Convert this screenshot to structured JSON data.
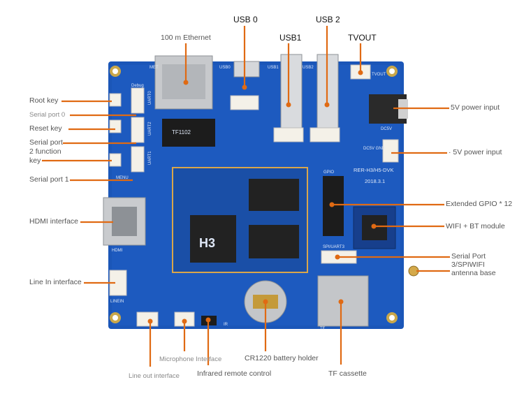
{
  "colors": {
    "board": "#1b56b8",
    "leader": "#e06a13",
    "silk": "#dfe8f7"
  },
  "labels": {
    "usb0": "USB 0",
    "usb1": "USB1",
    "usb2": "USB 2",
    "tvout": "TVOUT",
    "ethernet": "100 m Ethernet",
    "root_key": "Root key",
    "serial_port_0": "Serial port 0",
    "reset_key": "Reset key",
    "serial_port_2_line1": "Serial port",
    "serial_port_2_line2": "2 function",
    "serial_port_2_line3": "key",
    "serial_port_1": "Serial port 1",
    "hdmi": "HDMI interface",
    "line_in": "Line In interface",
    "power_1": "5V power input",
    "power_2": "· 5V power input",
    "gpio": "Extended GPIO * 12",
    "wifi": "WIFI + BT module",
    "serial3_line1": "Serial Port",
    "serial3_line2": "3/SPIWIFI",
    "serial3_line3": "antenna base",
    "mic": "Microphone Interface",
    "line_out": "Line out interface",
    "ir": "Infrared remote control",
    "battery": "CR1220 battery holder",
    "tf": "TF cassette"
  },
  "silk": {
    "board_name": "RER-H3/H5-DVK",
    "board_date": "2018.3.1",
    "chip": "H3",
    "eth_chip": "TF1102",
    "met": "MET",
    "usb0": "USB0",
    "usb1": "USB1",
    "usb2": "USB2",
    "tvout": "TVOUT",
    "debug": "Debug",
    "uart0": "UART0",
    "uart2": "UART2",
    "uart1": "UART1",
    "menu": "MENU",
    "hdmi": "HDMI",
    "linein": "LINEIN",
    "gpio": "GPIO",
    "dc5v": "DC5V",
    "dc5v_gnd": "DC5V GND",
    "spi_uart3": "SPI/UART3",
    "tf": "TF",
    "ir": "IR"
  }
}
